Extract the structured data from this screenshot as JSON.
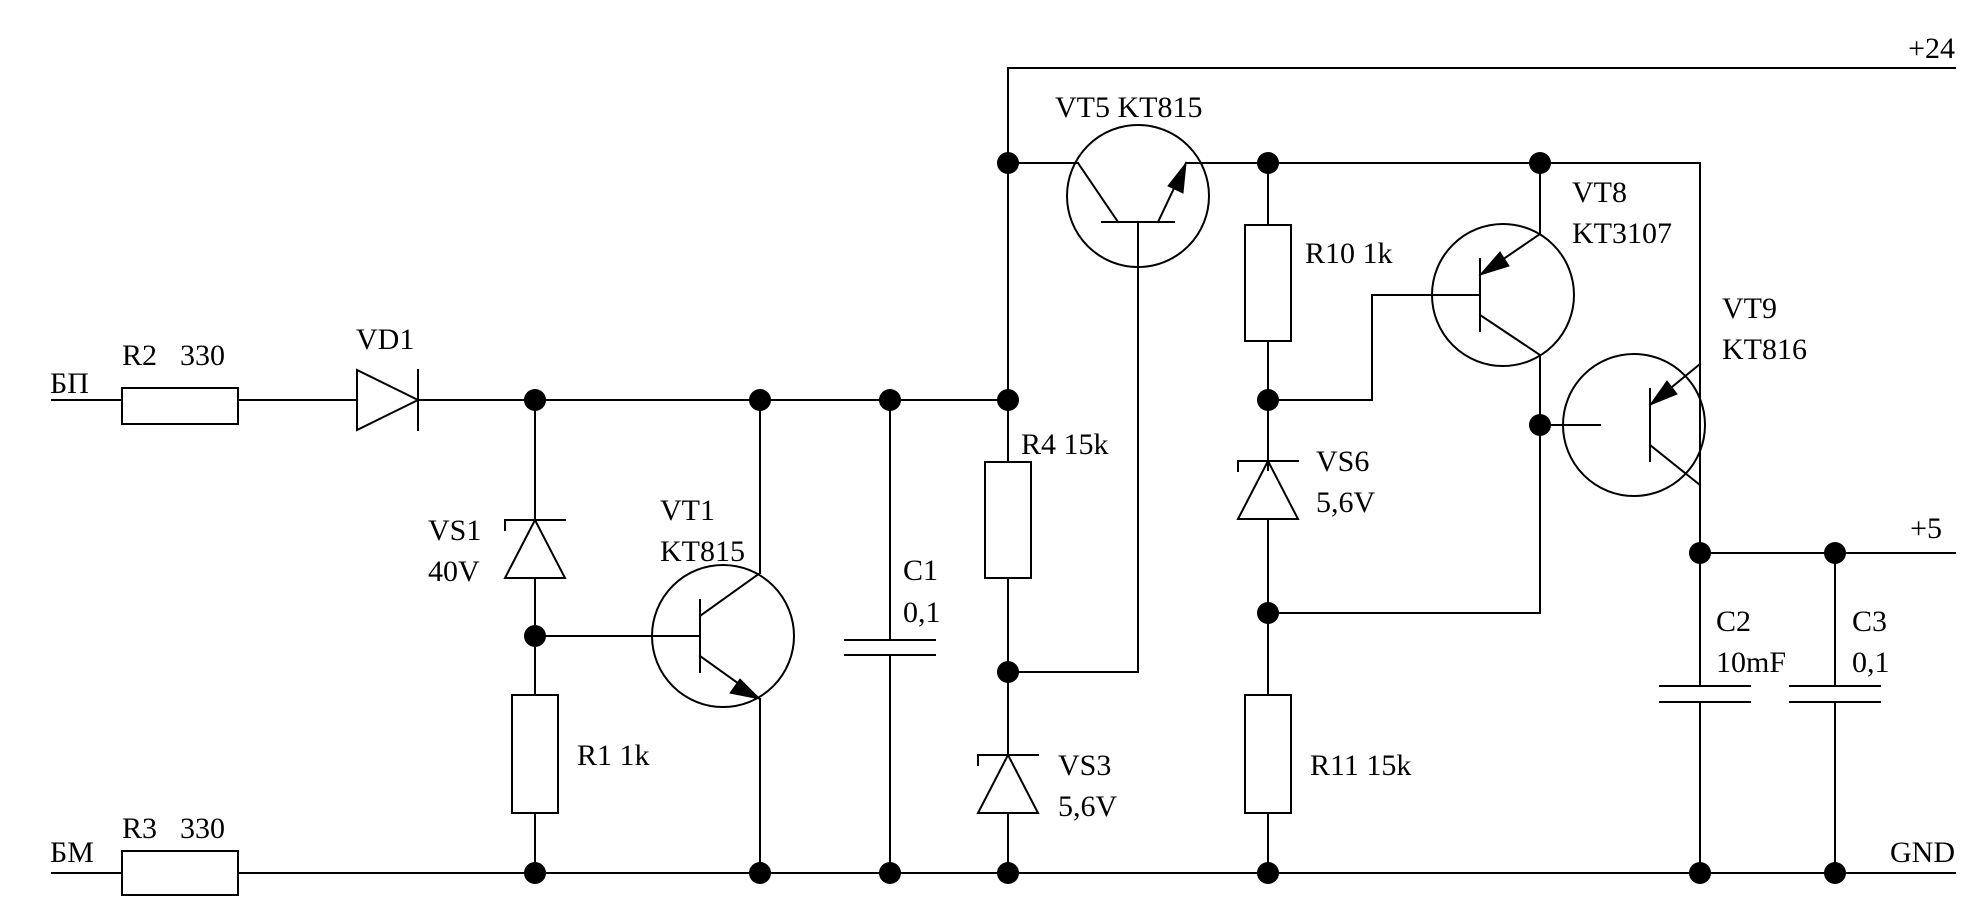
{
  "diagram": {
    "type": "electronic-schematic",
    "line_color": "#000000",
    "background": "#ffffff",
    "nets": {
      "input_positive": "БП",
      "input_negative": "БМ",
      "rail_24": "+24",
      "rail_5": "+5",
      "ground": "GND"
    },
    "components": {
      "r2": {
        "ref": "R2",
        "value": "330"
      },
      "r3": {
        "ref": "R3",
        "value": "330"
      },
      "vd1": {
        "ref": "VD1"
      },
      "vs1": {
        "ref": "VS1",
        "value": "40V"
      },
      "r1": {
        "label": "R1 1k"
      },
      "vt1": {
        "ref": "VT1",
        "part": "KT815"
      },
      "c1": {
        "ref": "C1",
        "value": "0,1"
      },
      "r4": {
        "label": "R4 15k"
      },
      "vs3": {
        "ref": "VS3",
        "value": "5,6V"
      },
      "vt5": {
        "label": "VT5 KT815"
      },
      "r10": {
        "label": "R10 1k"
      },
      "vs6": {
        "ref": "VS6",
        "value": "5,6V"
      },
      "r11": {
        "label": "R11 15k"
      },
      "vt8": {
        "ref": "VT8",
        "part": "KT3107"
      },
      "vt9": {
        "ref": "VT9",
        "part": "KT816"
      },
      "c2": {
        "ref": "C2",
        "value": "10mF"
      },
      "c3": {
        "ref": "C3",
        "value": "0,1"
      }
    }
  }
}
